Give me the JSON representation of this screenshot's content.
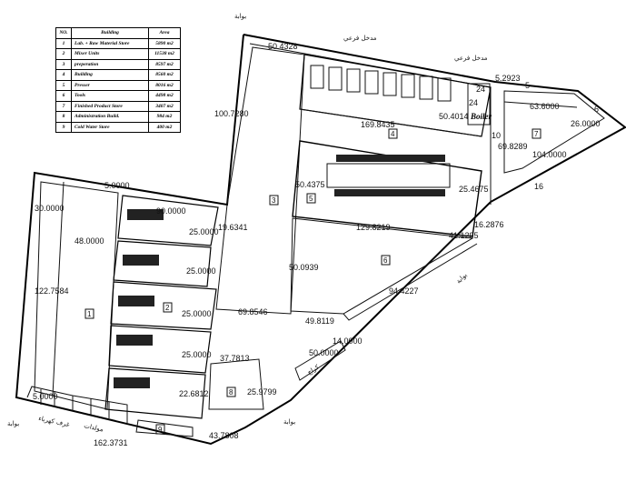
{
  "legend": {
    "headers": [
      "NO.",
      "Building",
      "Area"
    ],
    "rows": [
      {
        "no": "1",
        "building": "Lab. + Raw Material Store",
        "area": "5890 m2"
      },
      {
        "no": "2",
        "building": "Mixer Units",
        "area": "11538 m2"
      },
      {
        "no": "3",
        "building": "preperation",
        "area": "8597 m2"
      },
      {
        "no": "4",
        "building": "Building",
        "area": "8560 m2"
      },
      {
        "no": "5",
        "building": "Presser",
        "area": "8016 m2"
      },
      {
        "no": "6",
        "building": "Tools",
        "area": "4498 m2"
      },
      {
        "no": "7",
        "building": "Finished Product Store",
        "area": "3407 m2"
      },
      {
        "no": "8",
        "building": "Administration Build.",
        "area": "984 m2"
      },
      {
        "no": "9",
        "building": "Cold Water Store",
        "area": "400 m2"
      }
    ]
  },
  "dimensions": {
    "d1": "50.4328",
    "d2": "100.7280",
    "d3": "169.8435",
    "d4": "50.4014",
    "d5": "5.2923",
    "d6": "5",
    "d7": "63.6000",
    "d8": "26.0000",
    "d9": "6",
    "d10": "10",
    "d11": "69.8289",
    "d12": "104.0000",
    "d13": "16",
    "d14": "50.4375",
    "d15": "25.4675",
    "d16": "129.8219",
    "d17": "16.2876",
    "d18": "41.1295",
    "d19": "19.6341",
    "d20": "90.0000",
    "d21": "25.0000",
    "d22": "25.0000",
    "d23": "25.0000",
    "d24": "25.0000",
    "d25": "22.6812",
    "d26": "5.0000",
    "d27": "30.0000",
    "d28": "48.0000",
    "d29": "122.7584",
    "d30": "50.0939",
    "d31": "94.4227",
    "d32": "69.8546",
    "d33": "49.8119",
    "d34": "14.0000",
    "d35": "50.0000",
    "d36": "37.7813",
    "d37": "25.9799",
    "d38": "5.0000",
    "d39": "162.3731",
    "d40": "43.7808",
    "d41": "24",
    "d42": "24"
  },
  "labels": {
    "boiler": "Boiler",
    "gate": "بوابة",
    "side_entrance": "مدخل فرعي",
    "electric_rooms": "غرف كهرباء",
    "generators": "مولدات",
    "garage": "كراج"
  },
  "building_numbers": [
    "1",
    "2",
    "3",
    "4",
    "5",
    "6",
    "7",
    "8",
    "9"
  ]
}
